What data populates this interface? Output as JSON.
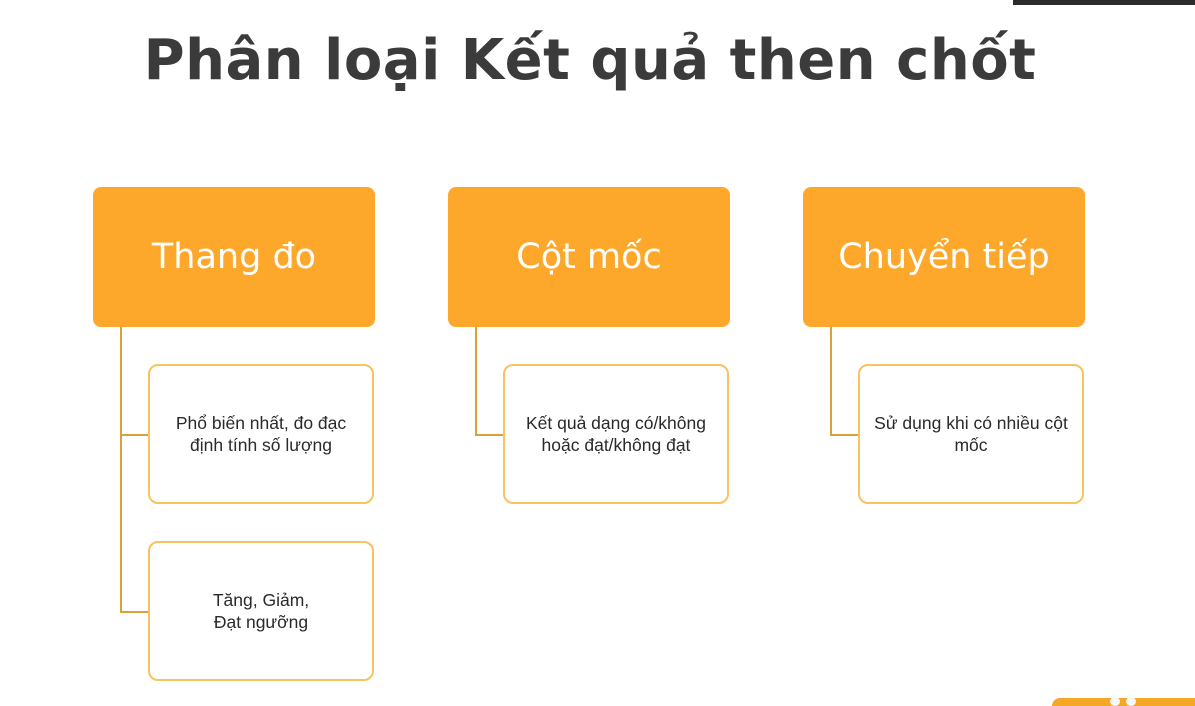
{
  "title": "Phân loại Kết quả then chốt",
  "columns": [
    {
      "heading": "Thang đo",
      "items": [
        "Phổ biến nhất, đo đạc\nđịnh tính số lượng",
        "Tăng, Giảm,\nĐạt ngưỡng"
      ]
    },
    {
      "heading": "Cột mốc",
      "items": [
        "Kết quả dạng có/không\nhoặc đạt/không đạt"
      ]
    },
    {
      "heading": "Chuyển tiếp",
      "items": [
        "Sử dụng khi có nhiều cột\nmốc"
      ]
    }
  ],
  "colors": {
    "heading_fill": "#FDA82A",
    "item_border": "#F8C25E",
    "connector": "#D9A03B",
    "title_text": "#3b3b3b"
  }
}
